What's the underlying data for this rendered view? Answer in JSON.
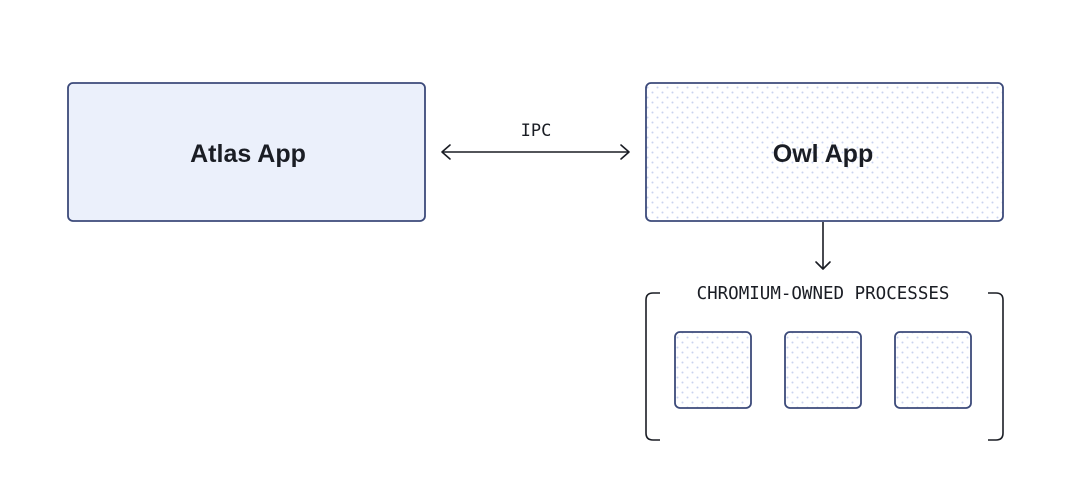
{
  "colors": {
    "box_border": "#3c4a7a",
    "atlas_fill": "#ebf0fb",
    "owl_fill": "#ffffff",
    "dot_pattern": "#c9d2ee",
    "connector": "#1a1d24",
    "text": "#1a1d24"
  },
  "nodes": {
    "atlas_app": {
      "label": "Atlas App"
    },
    "owl_app": {
      "label": "Owl App"
    }
  },
  "edges": {
    "ipc": {
      "label": "IPC",
      "direction": "bidirectional"
    },
    "owl_to_processes": {
      "direction": "down"
    }
  },
  "group": {
    "label": "CHROMIUM-OWNED PROCESSES",
    "process_count": 3
  }
}
